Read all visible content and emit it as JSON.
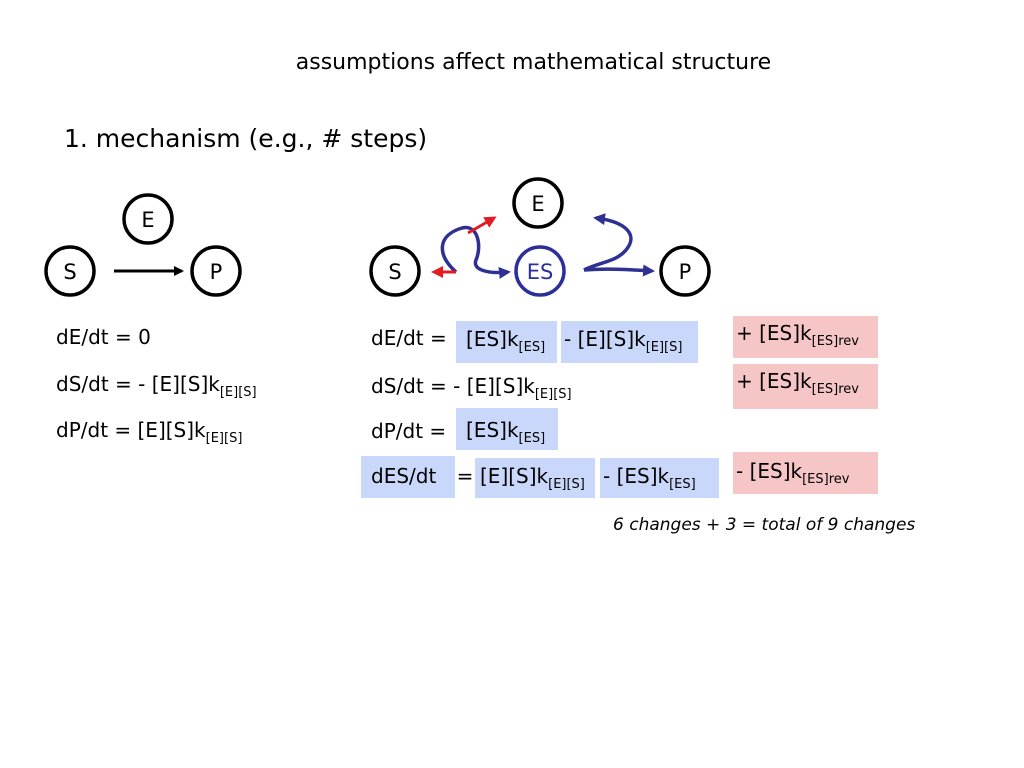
{
  "title": "assumptions affect mathematical structure",
  "heading": "1. mechanism (e.g., # steps)",
  "left_diagram": {
    "nodes": {
      "E": "E",
      "S": "S",
      "P": "P"
    }
  },
  "right_diagram": {
    "nodes": {
      "E": "E",
      "S": "S",
      "ES": "ES",
      "P": "P"
    }
  },
  "left_equations": {
    "dE": "dE/dt = 0",
    "dS": {
      "text": "dS/dt = - [E][S]k",
      "sub": "[E][S]"
    },
    "dP": {
      "text": "dP/dt = [E][S]k",
      "sub": "[E][S]"
    }
  },
  "right_equations": {
    "dE": {
      "lhs": "dE/dt = ",
      "term1": "[ES]k",
      "term1_sub": "[ES]",
      "term2": "- [E][S]k",
      "term2_sub": "[E][S]"
    },
    "dS": {
      "text": "dS/dt = - [E][S]k",
      "sub": "[E][S]"
    },
    "dP": {
      "lhs": "dP/dt = ",
      "term1": "[ES]k",
      "term1_sub": "[ES]"
    },
    "dES": {
      "lhs": "dES/dt",
      "eq": " = ",
      "term1": "[E][S]k",
      "term1_sub": "[E][S]",
      "term2": "- [ES]k",
      "term2_sub": "[ES]"
    }
  },
  "reverse_terms": {
    "dE": {
      "text": "+ [ES]k",
      "sub": "[ES]rev"
    },
    "dS": {
      "text": "+ [ES]k",
      "sub": "[ES]rev"
    },
    "dES": {
      "text": "- [ES]k",
      "sub": "[ES]rev"
    }
  },
  "note": "6 changes + 3 = total of 9 changes",
  "colors": {
    "node_stroke": "#000000",
    "es_node": "#2b2f9a",
    "arrow_blue": "#2e3192",
    "arrow_red": "#e31b23",
    "highlight_blue": "#c9d8fa",
    "highlight_red": "#f6c6c6"
  }
}
